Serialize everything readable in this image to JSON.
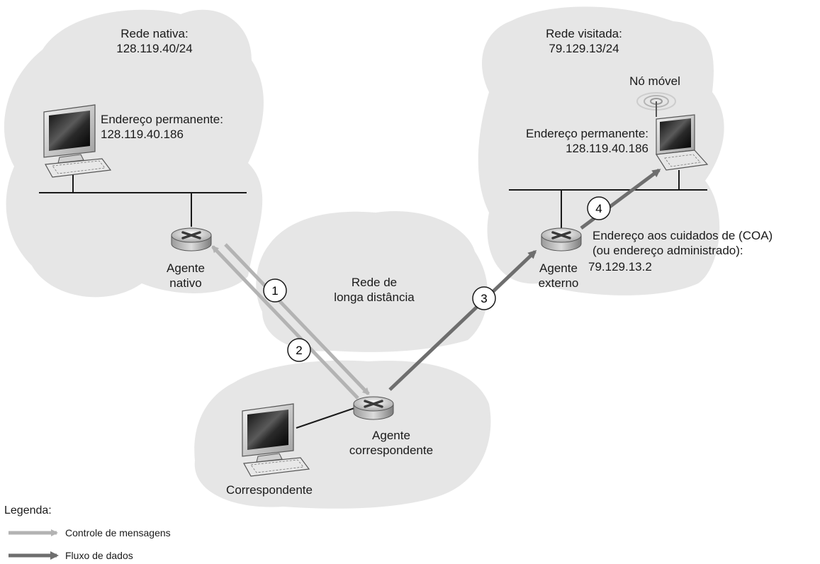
{
  "networks": {
    "home": {
      "title": "Rede nativa:",
      "prefix": "128.119.40/24"
    },
    "visited": {
      "title": "Rede visitada:",
      "prefix": "79.129.13/24"
    },
    "wan": {
      "line1": "Rede de",
      "line2": "longa distância"
    }
  },
  "hosts": {
    "home_host": {
      "label": "Endereço permanente:",
      "address": "128.119.40.186"
    },
    "mobile_node": {
      "title": "Nó móvel",
      "label": "Endereço permanente:",
      "address": "128.119.40.186"
    },
    "correspondent": {
      "label": "Correspondente"
    }
  },
  "routers": {
    "home_agent": {
      "line1": "Agente",
      "line2": "nativo"
    },
    "foreign_agent": {
      "line1": "Agente",
      "line2": "externo"
    },
    "correspondent_agent": {
      "line1": "Agente",
      "line2": "correspondente"
    }
  },
  "coa": {
    "line1": "Endereço aos cuidados de (COA)",
    "line2": "(ou endereço administrado):",
    "address": "79.129.13.2"
  },
  "steps": [
    "1",
    "2",
    "3",
    "4"
  ],
  "legend": {
    "title": "Legenda:",
    "control_label": "Controle de mensagens",
    "data_label": "Fluxo de dados"
  },
  "colors": {
    "cloud": "#e6e6e6",
    "control_arrow": "#b3b3b3",
    "data_arrow": "#6e6e6e"
  }
}
